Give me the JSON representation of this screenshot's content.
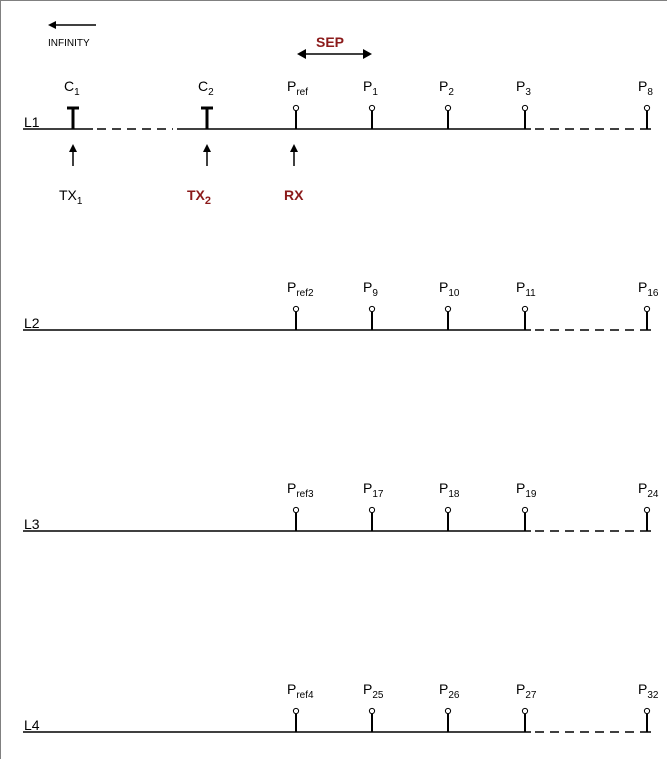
{
  "infinity_label": "INFINITY",
  "sep_label": "SEP",
  "colors": {
    "line": "#000000",
    "accent": "#8b1a1a",
    "border": "#808080"
  },
  "lines": [
    {
      "name": "L1",
      "electrodes": [
        {
          "type": "C",
          "base": "C",
          "sub": "1"
        },
        {
          "type": "C",
          "base": "C",
          "sub": "2"
        },
        {
          "type": "P",
          "base": "P",
          "sub": "ref"
        },
        {
          "type": "P",
          "base": "P",
          "sub": "1"
        },
        {
          "type": "P",
          "base": "P",
          "sub": "2"
        },
        {
          "type": "P",
          "base": "P",
          "sub": "3"
        },
        {
          "type": "P",
          "base": "P",
          "sub": "8"
        }
      ]
    },
    {
      "name": "L2",
      "electrodes": [
        {
          "type": "P",
          "base": "P",
          "sub": "ref2"
        },
        {
          "type": "P",
          "base": "P",
          "sub": "9"
        },
        {
          "type": "P",
          "base": "P",
          "sub": "10"
        },
        {
          "type": "P",
          "base": "P",
          "sub": "11"
        },
        {
          "type": "P",
          "base": "P",
          "sub": "16"
        }
      ]
    },
    {
      "name": "L3",
      "electrodes": [
        {
          "type": "P",
          "base": "P",
          "sub": "ref3"
        },
        {
          "type": "P",
          "base": "P",
          "sub": "17"
        },
        {
          "type": "P",
          "base": "P",
          "sub": "18"
        },
        {
          "type": "P",
          "base": "P",
          "sub": "19"
        },
        {
          "type": "P",
          "base": "P",
          "sub": "24"
        }
      ]
    },
    {
      "name": "L4",
      "electrodes": [
        {
          "type": "P",
          "base": "P",
          "sub": "ref4"
        },
        {
          "type": "P",
          "base": "P",
          "sub": "25"
        },
        {
          "type": "P",
          "base": "P",
          "sub": "26"
        },
        {
          "type": "P",
          "base": "P",
          "sub": "27"
        },
        {
          "type": "P",
          "base": "P",
          "sub": "32"
        }
      ]
    }
  ],
  "pointers": [
    {
      "base": "TX",
      "sub": "1",
      "style": "plain"
    },
    {
      "base": "TX",
      "sub": "2",
      "style": "red"
    },
    {
      "base": "RX",
      "sub": "",
      "style": "red"
    }
  ]
}
